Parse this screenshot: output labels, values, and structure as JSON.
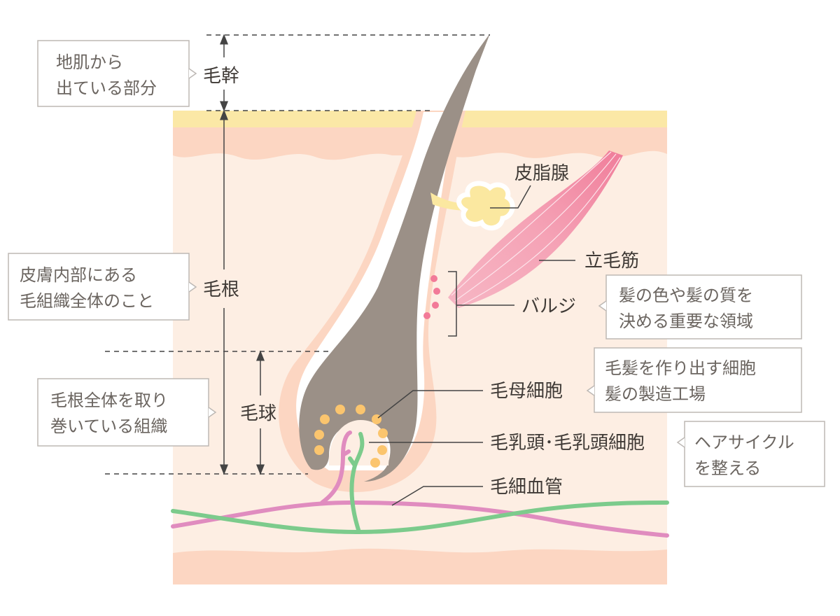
{
  "colors": {
    "skin_surface": "#fbe8a6",
    "skin_band": "#fcd6c2",
    "skin_body": "#fdeee3",
    "hair": "#9b9087",
    "sebaceous": "#fbe8a0",
    "muscle": "#f29bb0",
    "bulge_dot": "#f27a98",
    "matrix_dot": "#fbc56e",
    "vessel_pink": "#e08cbf",
    "vessel_green": "#7ccb8c"
  },
  "left_labels": {
    "shaft": "毛幹",
    "root": "毛根",
    "bulb": "毛球"
  },
  "left_boxes": {
    "shaft_note": [
      "地肌から",
      "出ている部分"
    ],
    "root_note": [
      "皮膚内部にある",
      "毛組織全体のこと"
    ],
    "bulb_note": [
      "毛根全体を取り",
      "巻いている組織"
    ]
  },
  "right_labels": {
    "sebaceous_gland": "皮脂腺",
    "arrector_pili": "立毛筋",
    "bulge": "バルジ",
    "matrix_cells": "毛母細胞",
    "dermal_papilla": "毛乳頭･毛乳頭細胞",
    "capillaries": "毛細血管"
  },
  "right_boxes": {
    "bulge_note": [
      "髪の色や髪の質を",
      "決める重要な領域"
    ],
    "matrix_note": [
      "毛髪を作り出す細胞",
      "髪の製造工場"
    ],
    "papilla_note": [
      "ヘアサイクル",
      "を整える"
    ]
  }
}
